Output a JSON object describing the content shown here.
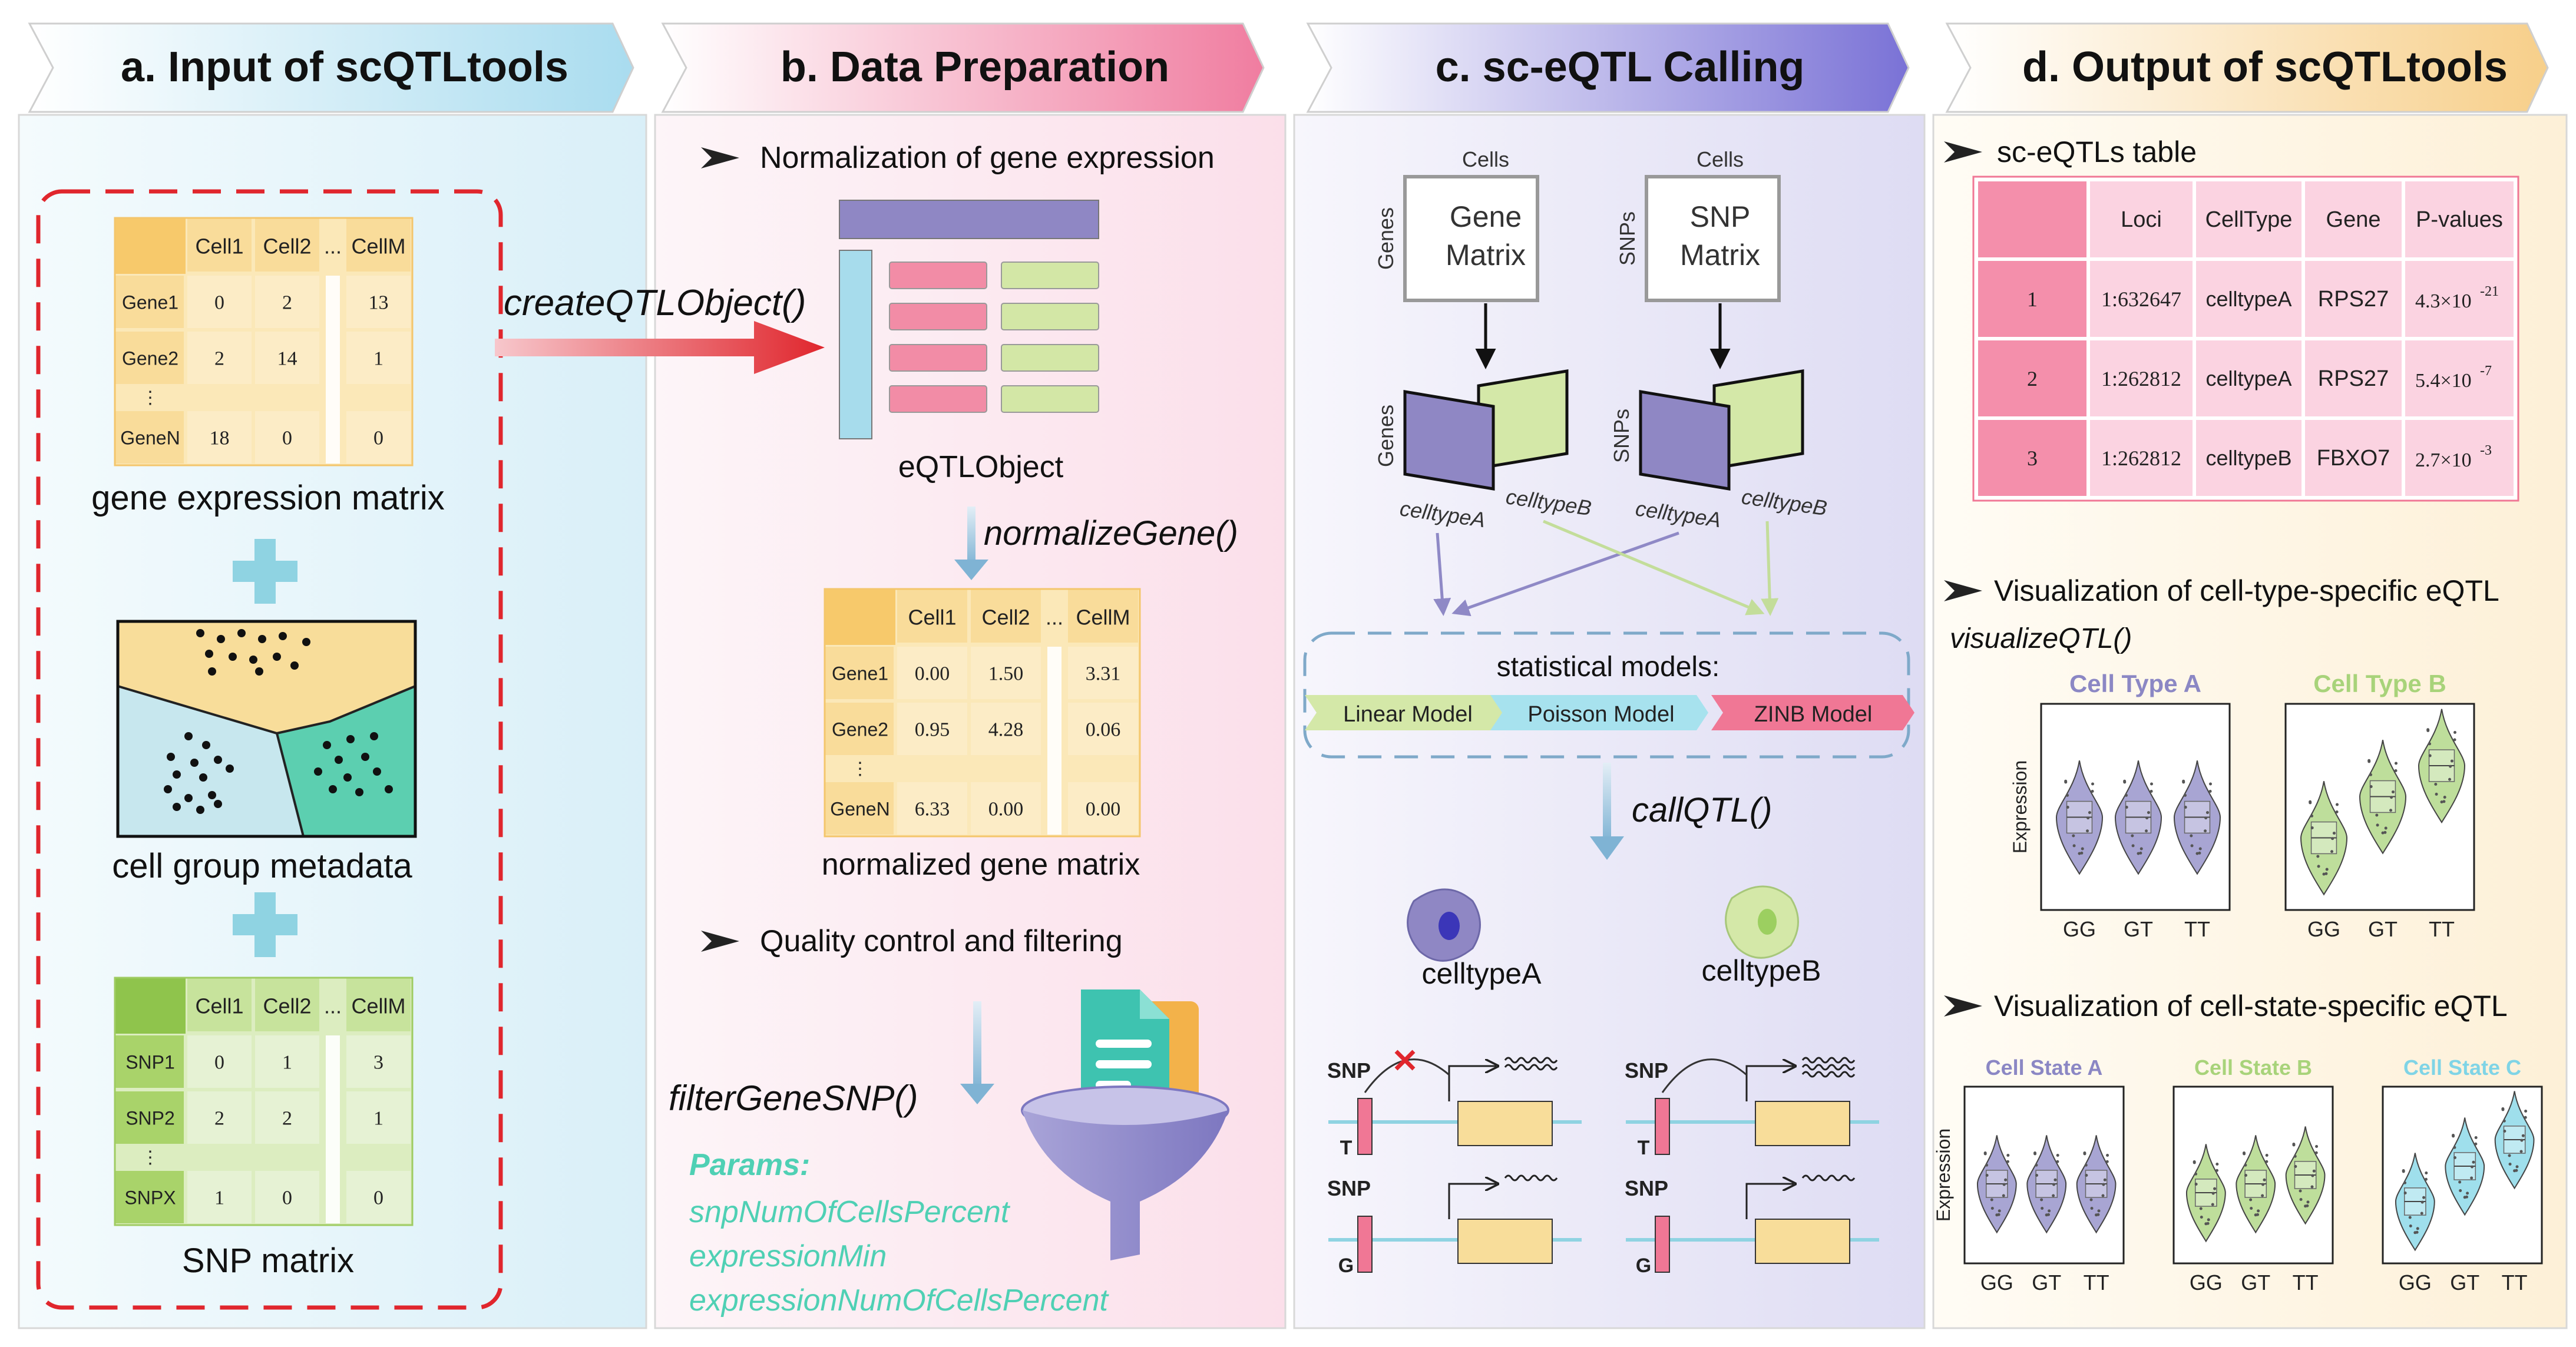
{
  "headers": {
    "a": "a. Input of scQTLtools",
    "b": "b. Data Preparation",
    "c": "c. sc-eQTL Calling",
    "d": "d. Output of scQTLtools"
  },
  "panel_a": {
    "gene_matrix": {
      "cols": [
        "Cell1",
        "Cell2",
        "...",
        "CellM"
      ],
      "rows": [
        {
          "label": "Gene1",
          "values": [
            "0",
            "2",
            "13"
          ]
        },
        {
          "label": "Gene2",
          "values": [
            "2",
            "14",
            "1"
          ]
        },
        {
          "label": "GeneN",
          "values": [
            "18",
            "0",
            "0"
          ]
        }
      ],
      "vdots": "⋮",
      "caption": "gene expression matrix"
    },
    "metadata_caption": "cell group metadata",
    "snp_matrix": {
      "cols": [
        "Cell1",
        "Cell2",
        "...",
        "CellM"
      ],
      "rows": [
        {
          "label": "SNP1",
          "values": [
            "0",
            "1",
            "3"
          ]
        },
        {
          "label": "SNP2",
          "values": [
            "2",
            "2",
            "1"
          ]
        },
        {
          "label": "SNPX",
          "values": [
            "1",
            "0",
            "0"
          ]
        }
      ],
      "vdots": "⋮",
      "caption": "SNP matrix"
    },
    "create_function": "createQTLObject()"
  },
  "panel_b": {
    "step1": "Normalization of gene expression",
    "object_caption": "eQTLObject",
    "normalize_function": "normalizeGene()",
    "norm_matrix": {
      "cols": [
        "Cell1",
        "Cell2",
        "...",
        "CellM"
      ],
      "rows": [
        {
          "label": "Gene1",
          "values": [
            "0.00",
            "1.50",
            "3.31"
          ]
        },
        {
          "label": "Gene2",
          "values": [
            "0.95",
            "4.28",
            "0.06"
          ]
        },
        {
          "label": "GeneN",
          "values": [
            "6.33",
            "0.00",
            "0.00"
          ]
        }
      ],
      "vdots": "⋮",
      "caption": "normalized gene matrix"
    },
    "step2": "Quality control and filtering",
    "filter_function": "filterGeneSNP()",
    "params_title": "Params:",
    "params": [
      "snpNumOfCellsPercent",
      "expressionMin",
      "expressionNumOfCellsPercent"
    ]
  },
  "panel_c": {
    "gene_box": {
      "top": "Cells",
      "side": "Genes",
      "line1": "Gene",
      "line2": "Matrix"
    },
    "snp_box": {
      "top": "Cells",
      "side": "SNPs",
      "line1": "SNP",
      "line2": "Matrix"
    },
    "layer_side_gene": "Genes",
    "layer_side_snp": "SNPs",
    "celltype_a": "celltypeA",
    "celltype_b": "celltypeB",
    "models_title": "statistical models:",
    "models": [
      "Linear Model",
      "Poisson Model",
      "ZINB Model"
    ],
    "call_function": "callQTL()",
    "cell_a": "celltypeA",
    "cell_b": "celltypeB",
    "snp_label": "SNP",
    "allele_t": "T",
    "allele_g": "G"
  },
  "panel_d": {
    "table_title": "sc-eQTLs table",
    "table": {
      "headers": [
        "",
        "Loci",
        "CellType",
        "Gene",
        "P-values"
      ],
      "rows": [
        {
          "idx": "1",
          "loci": "1:632647",
          "celltype": "celltypeA",
          "gene": "RPS27",
          "mant": "4.3×10",
          "exp": "-21"
        },
        {
          "idx": "2",
          "loci": "1:262812",
          "celltype": "celltypeA",
          "gene": "RPS27",
          "mant": "5.4×10",
          "exp": "-7"
        },
        {
          "idx": "3",
          "loci": "1:262812",
          "celltype": "celltypeB",
          "gene": "FBXO7",
          "mant": "2.7×10",
          "exp": "-3"
        }
      ]
    },
    "viz1_title": "Visualization of cell-type-specific eQTL",
    "viz1_function": "visualizeQTL()",
    "viz2_title": "Visualization of cell-state-specific eQTL",
    "ylabel": "Expression",
    "genotypes": [
      "GG",
      "GT",
      "TT"
    ],
    "type_plots": [
      {
        "title": "Cell Type A",
        "color": "#8b87c4",
        "medians": [
          0.45,
          0.45,
          0.45
        ]
      },
      {
        "title": "Cell Type B",
        "color": "#a8d37a",
        "medians": [
          0.35,
          0.55,
          0.75
        ]
      }
    ],
    "state_plots": [
      {
        "title": "Cell State A",
        "color": "#8b87c4",
        "medians": [
          0.45,
          0.45,
          0.45
        ]
      },
      {
        "title": "Cell State B",
        "color": "#a8d37a",
        "medians": [
          0.4,
          0.45,
          0.5
        ]
      },
      {
        "title": "Cell State C",
        "color": "#7fd4e6",
        "medians": [
          0.35,
          0.55,
          0.75
        ]
      }
    ]
  }
}
